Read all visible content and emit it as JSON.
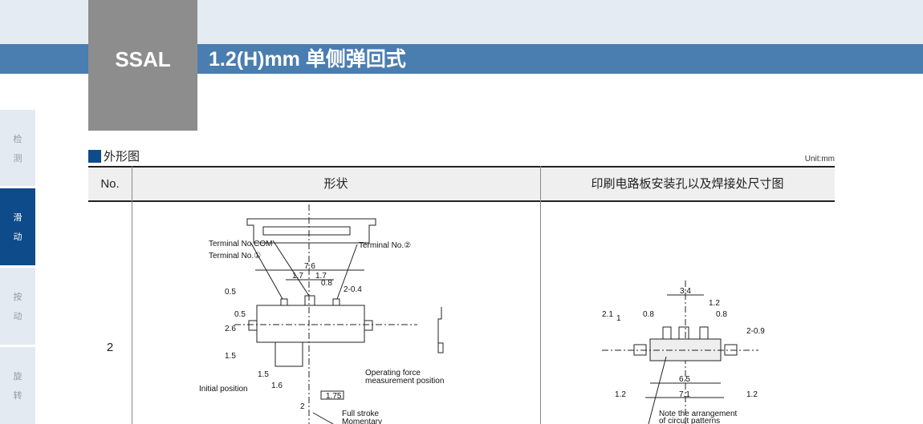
{
  "header": {
    "series": "SSAL",
    "title": "1.2(H)mm 单侧弹回式"
  },
  "sidebar": [
    {
      "line1": "检",
      "line2": "测"
    },
    {
      "line1": "滑",
      "line2": "动"
    },
    {
      "line1": "按",
      "line2": "动"
    },
    {
      "line1": "旋",
      "line2": "转"
    }
  ],
  "section": {
    "title": "外形图",
    "unit": "Unit:mm"
  },
  "table": {
    "headers": [
      "No.",
      "形状",
      "印刷电路板安装孔以及焊接处尺寸图"
    ],
    "rows": [
      {
        "no": "2"
      }
    ]
  },
  "shape_drawing": {
    "labels": {
      "com": "Terminal No.COM",
      "t1": "Terminal No.①",
      "t2": "Terminal No.②",
      "w": "7.6",
      "a": "1.7",
      "b": "1.7",
      "c": "0.8",
      "d": "2-0.4",
      "e": "0.5",
      "f": "0.5",
      "g": "2.6",
      "h": "1.5",
      "i": "1.5",
      "j": "1.6",
      "k": "2",
      "l": "1.75",
      "init": "Initial position",
      "op1": "Operating force",
      "op2": "measurement position",
      "fs1": "Full stroke",
      "fs2": "Momentary"
    }
  },
  "pcb_drawing": {
    "labels": {
      "a": "3.4",
      "b": "1.2",
      "c": "0.8",
      "d": "0.8",
      "e": "2.1",
      "f": "1",
      "g": "2-0.9",
      "h": "6.5",
      "i": "1.2",
      "j": "7.1",
      "k": "1.2",
      "n1": "Note the arrangement",
      "n2": "of circuit patterns"
    }
  },
  "colors": {
    "brand": "#0e4b8a",
    "bar": "#4a7db0"
  }
}
